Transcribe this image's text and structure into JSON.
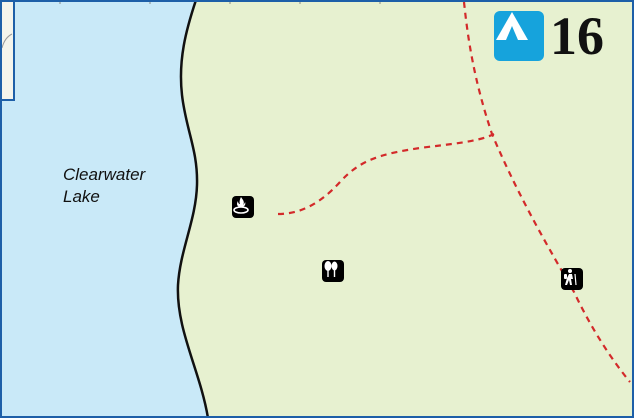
{
  "map": {
    "lake_label_line1": "Clearwater",
    "lake_label_line2": "Lake",
    "campsite_number": "16",
    "colors": {
      "water": "#c9e9f8",
      "land": "#e7f1d0",
      "trail": "#d32a2a",
      "shoreline": "#111111",
      "campsite_badge": "#16a3dc",
      "frame": "#1d5fa8"
    },
    "icons": {
      "campsite": "tent-icon",
      "fire_ring": "fire-ring-icon",
      "forest": "trees-icon",
      "trailhead": "hiker-icon"
    }
  }
}
